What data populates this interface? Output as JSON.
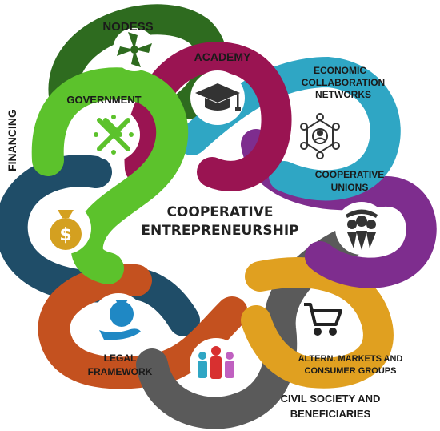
{
  "center": {
    "line1": "COOPERATIVE",
    "line2": "ENTREPRENEURSHIP"
  },
  "loops": [
    {
      "id": "nodess",
      "label": "NODESS",
      "color": "#2e6b1f",
      "icon": "nodess-logo-icon"
    },
    {
      "id": "academy",
      "label": "ACADEMY",
      "color": "#9a1452",
      "icon": "graduation-cap-icon"
    },
    {
      "id": "economic",
      "label_lines": [
        "ECONOMIC",
        "COLLABORATION",
        "NETWORKS"
      ],
      "color": "#2fa6c4",
      "icon": "network-icon"
    },
    {
      "id": "cooperative-unions",
      "label_lines": [
        "COOPERATIVE",
        "UNIONS"
      ],
      "color": "#7e2d8e",
      "icon": "group-unity-icon"
    },
    {
      "id": "alt-markets",
      "label_lines": [
        "ALTERN. MARKETS AND",
        "CONSUMER GROUPS"
      ],
      "color": "#e0a020",
      "icon": "shopping-cart-icon"
    },
    {
      "id": "civil-society",
      "label_lines": [
        "CIVIL SOCIETY AND",
        "BENEFICIARIES"
      ],
      "color": "#5a5a5a",
      "icon": "people-group-icon"
    },
    {
      "id": "legal",
      "label_lines": [
        "LEGAL",
        "FRAMEWORK"
      ],
      "color": "#c4511f",
      "icon": "hand-money-bag-icon"
    },
    {
      "id": "financing",
      "label": "FINANCING",
      "color": "#1f4d68",
      "icon": "money-bag-icon"
    },
    {
      "id": "government",
      "label": "GOVERNMENT",
      "color": "#5cc22c",
      "icon": "government-logo-icon"
    }
  ]
}
